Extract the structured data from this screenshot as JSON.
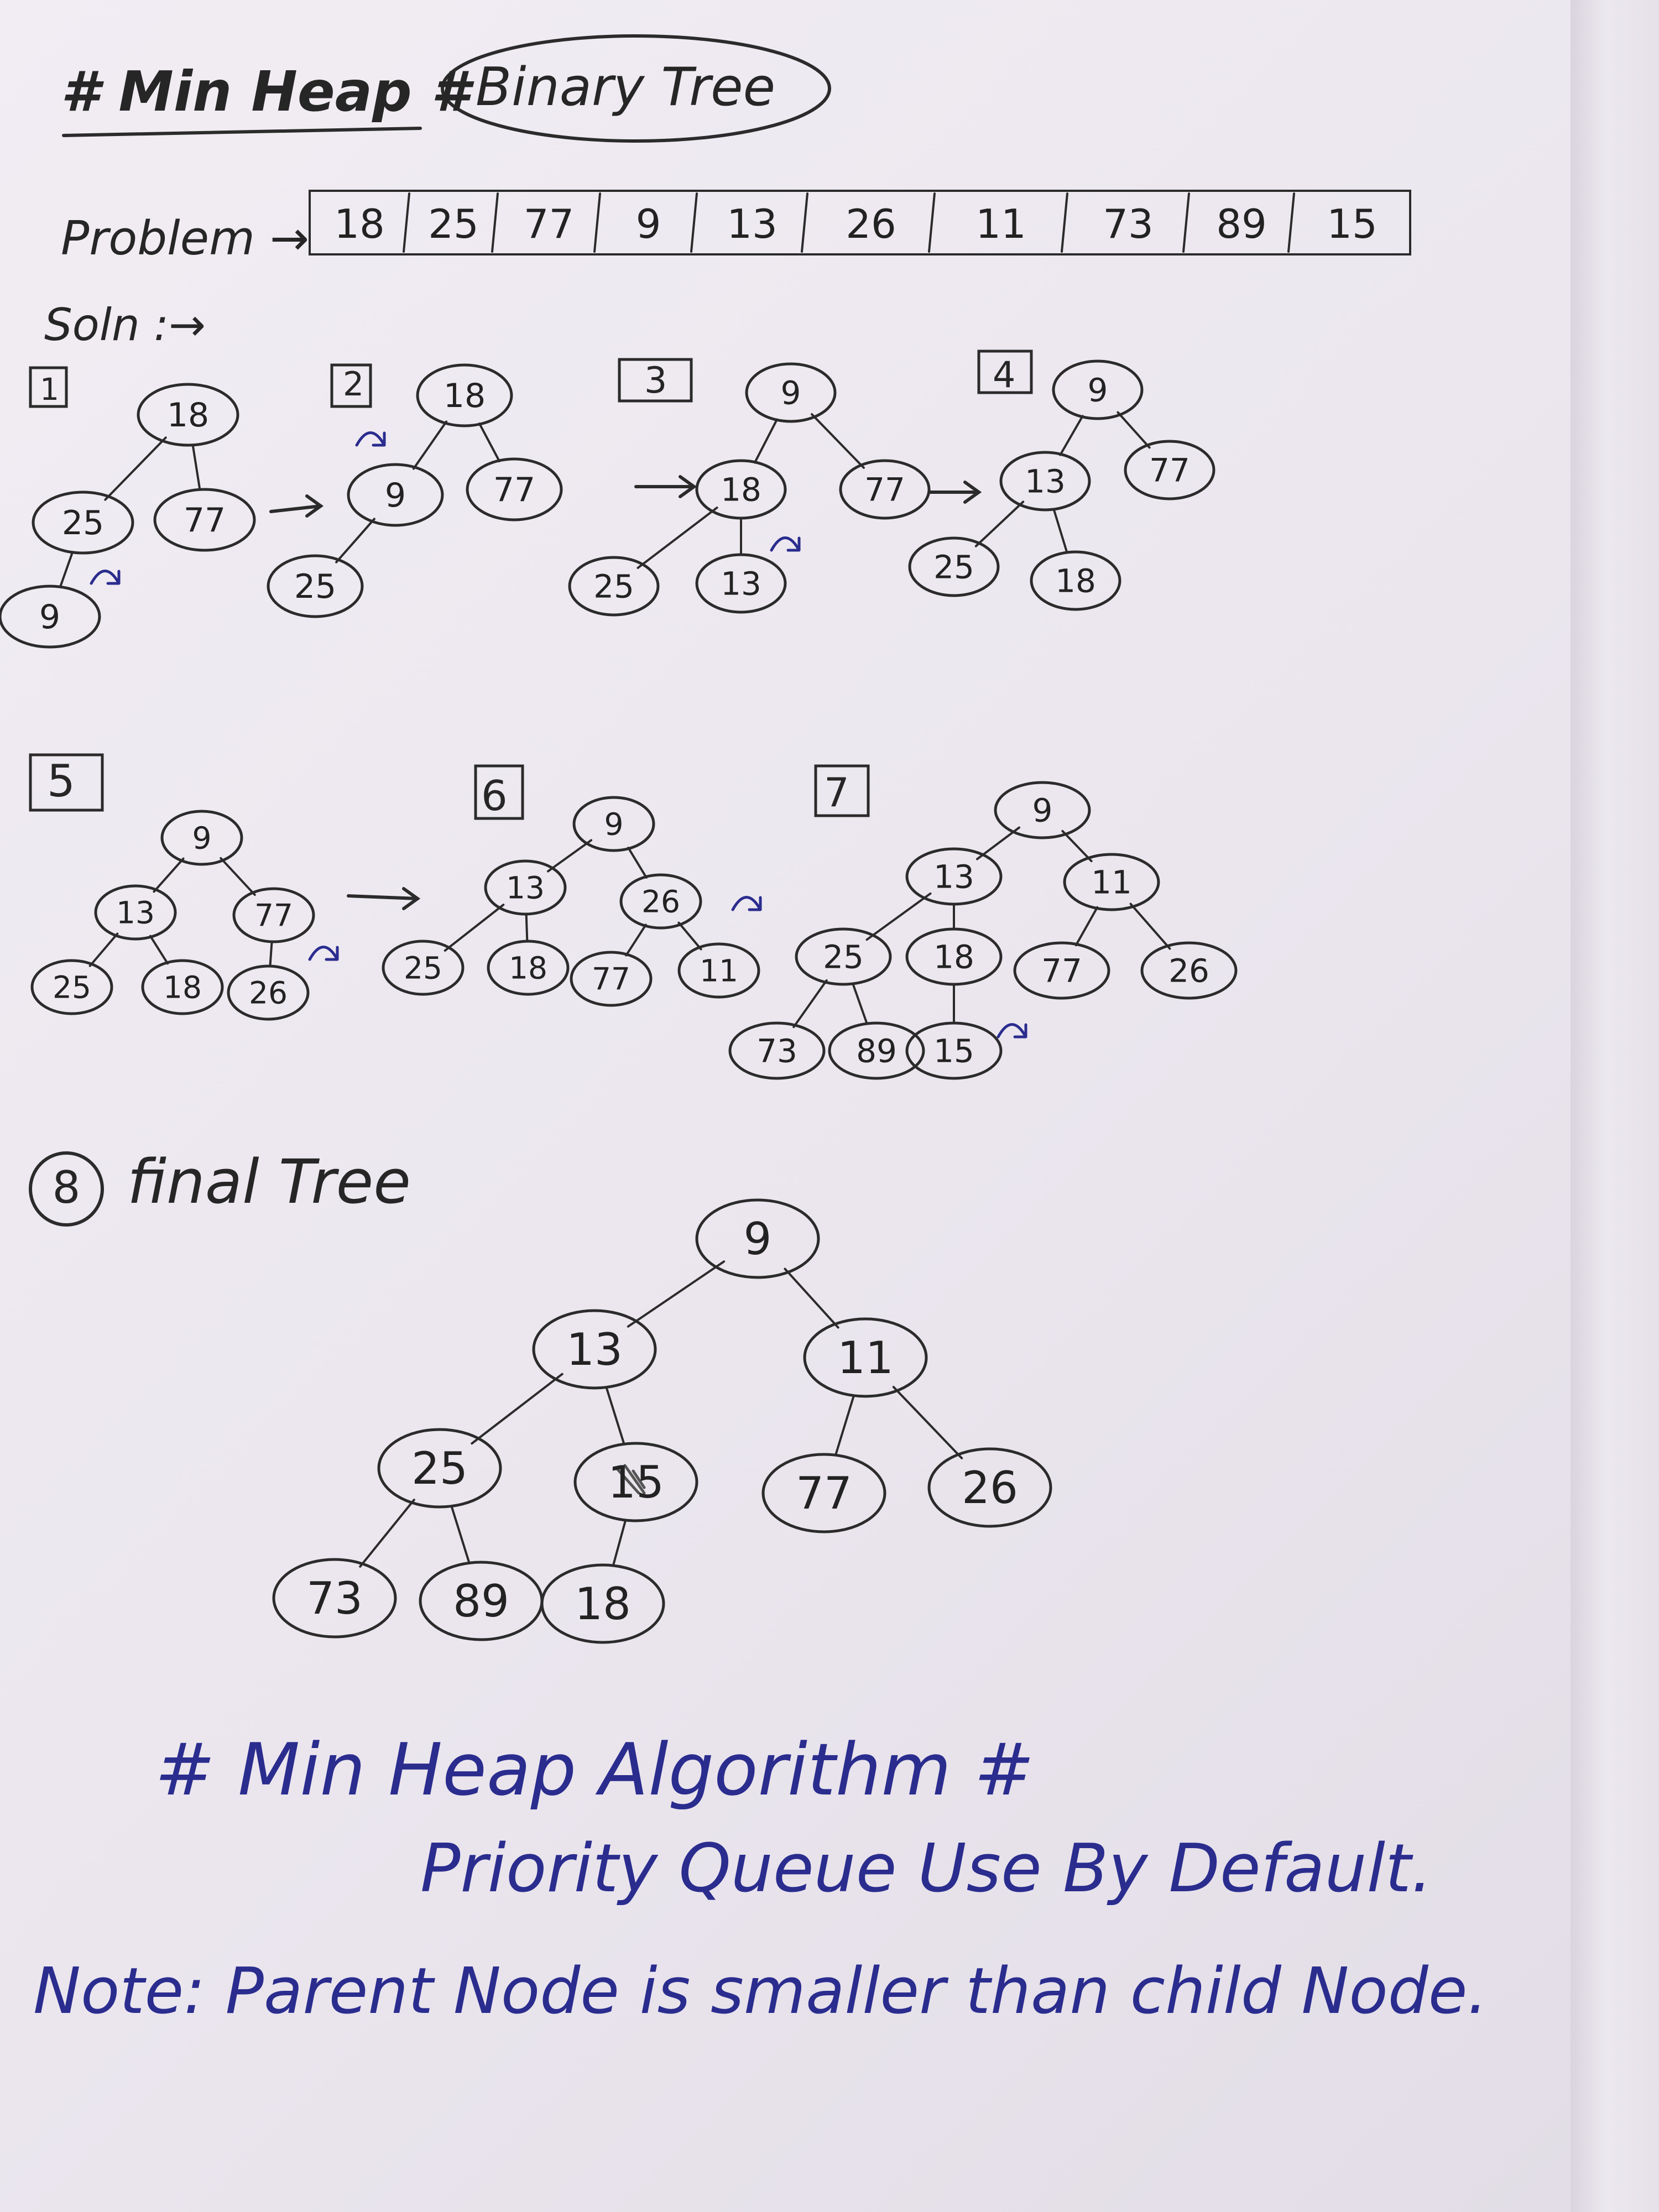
{
  "header": {
    "heading": "# Min Heap #",
    "bubble": "Binary Tree"
  },
  "problem": {
    "label": "Problem →",
    "values": [
      "18",
      "25",
      "77",
      "9",
      "13",
      "26",
      "11",
      "73",
      "89",
      "15"
    ]
  },
  "solution_label": "Soln :→",
  "steps": {
    "s1": "1",
    "s2": "2",
    "s3": "3",
    "s4": "4",
    "s5": "5",
    "s6": "6",
    "s7": "7",
    "s8": "8"
  },
  "final_label": "final Tree",
  "nodes": {
    "s1": [
      "18",
      "25",
      "77",
      "9"
    ],
    "s2": [
      "18",
      "9",
      "77",
      "25"
    ],
    "s3": [
      "9",
      "18",
      "77",
      "25",
      "13"
    ],
    "s4": [
      "9",
      "13",
      "77",
      "25",
      "18"
    ],
    "s5": [
      "9",
      "13",
      "77",
      "25",
      "18",
      "26"
    ],
    "s6": [
      "9",
      "13",
      "26",
      "25",
      "18",
      "77",
      "11"
    ],
    "s7": [
      "9",
      "13",
      "11",
      "25",
      "18",
      "77",
      "26",
      "73",
      "89",
      "15"
    ],
    "s8": [
      "9",
      "13",
      "11",
      "25",
      "15",
      "77",
      "26",
      "73",
      "89",
      "18"
    ]
  },
  "footer": {
    "algorithm": "# Min Heap Algorithm #",
    "priority": "Priority Queue Use By Default.",
    "note": "Note: Parent Node is smaller than child Node."
  },
  "colors": {
    "pencil": "#2b2b2b",
    "ink": "#2a2c8e",
    "paper": "#ece8ef"
  }
}
